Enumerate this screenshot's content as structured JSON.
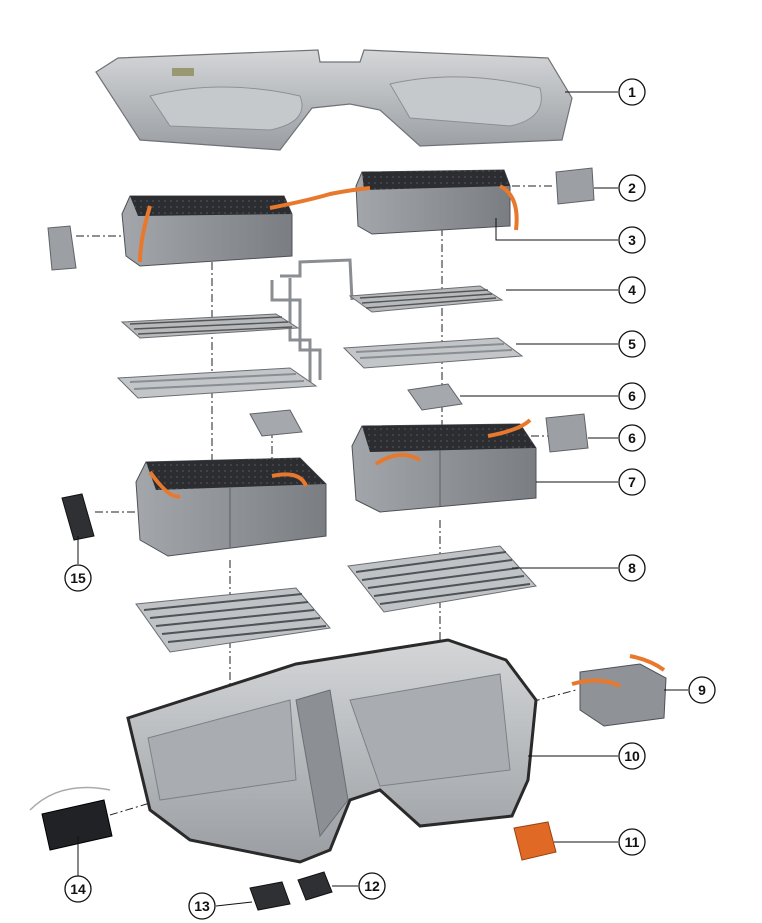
{
  "callouts": [
    {
      "number": "1"
    },
    {
      "number": "2"
    },
    {
      "number": "3"
    },
    {
      "number": "4"
    },
    {
      "number": "5"
    },
    {
      "number": "6"
    },
    {
      "number": "6"
    },
    {
      "number": "7"
    },
    {
      "number": "8"
    },
    {
      "number": "9"
    },
    {
      "number": "10"
    },
    {
      "number": "11"
    },
    {
      "number": "12"
    },
    {
      "number": "13"
    },
    {
      "number": "14"
    },
    {
      "number": "15"
    }
  ],
  "colors": {
    "housing": "#b9bcbf",
    "housing_dark": "#7d8186",
    "module": "#8e9296",
    "module_top": "#2b2d30",
    "cable": "#e8792c",
    "seal": "#2a2a2a",
    "ink": "#111111"
  }
}
